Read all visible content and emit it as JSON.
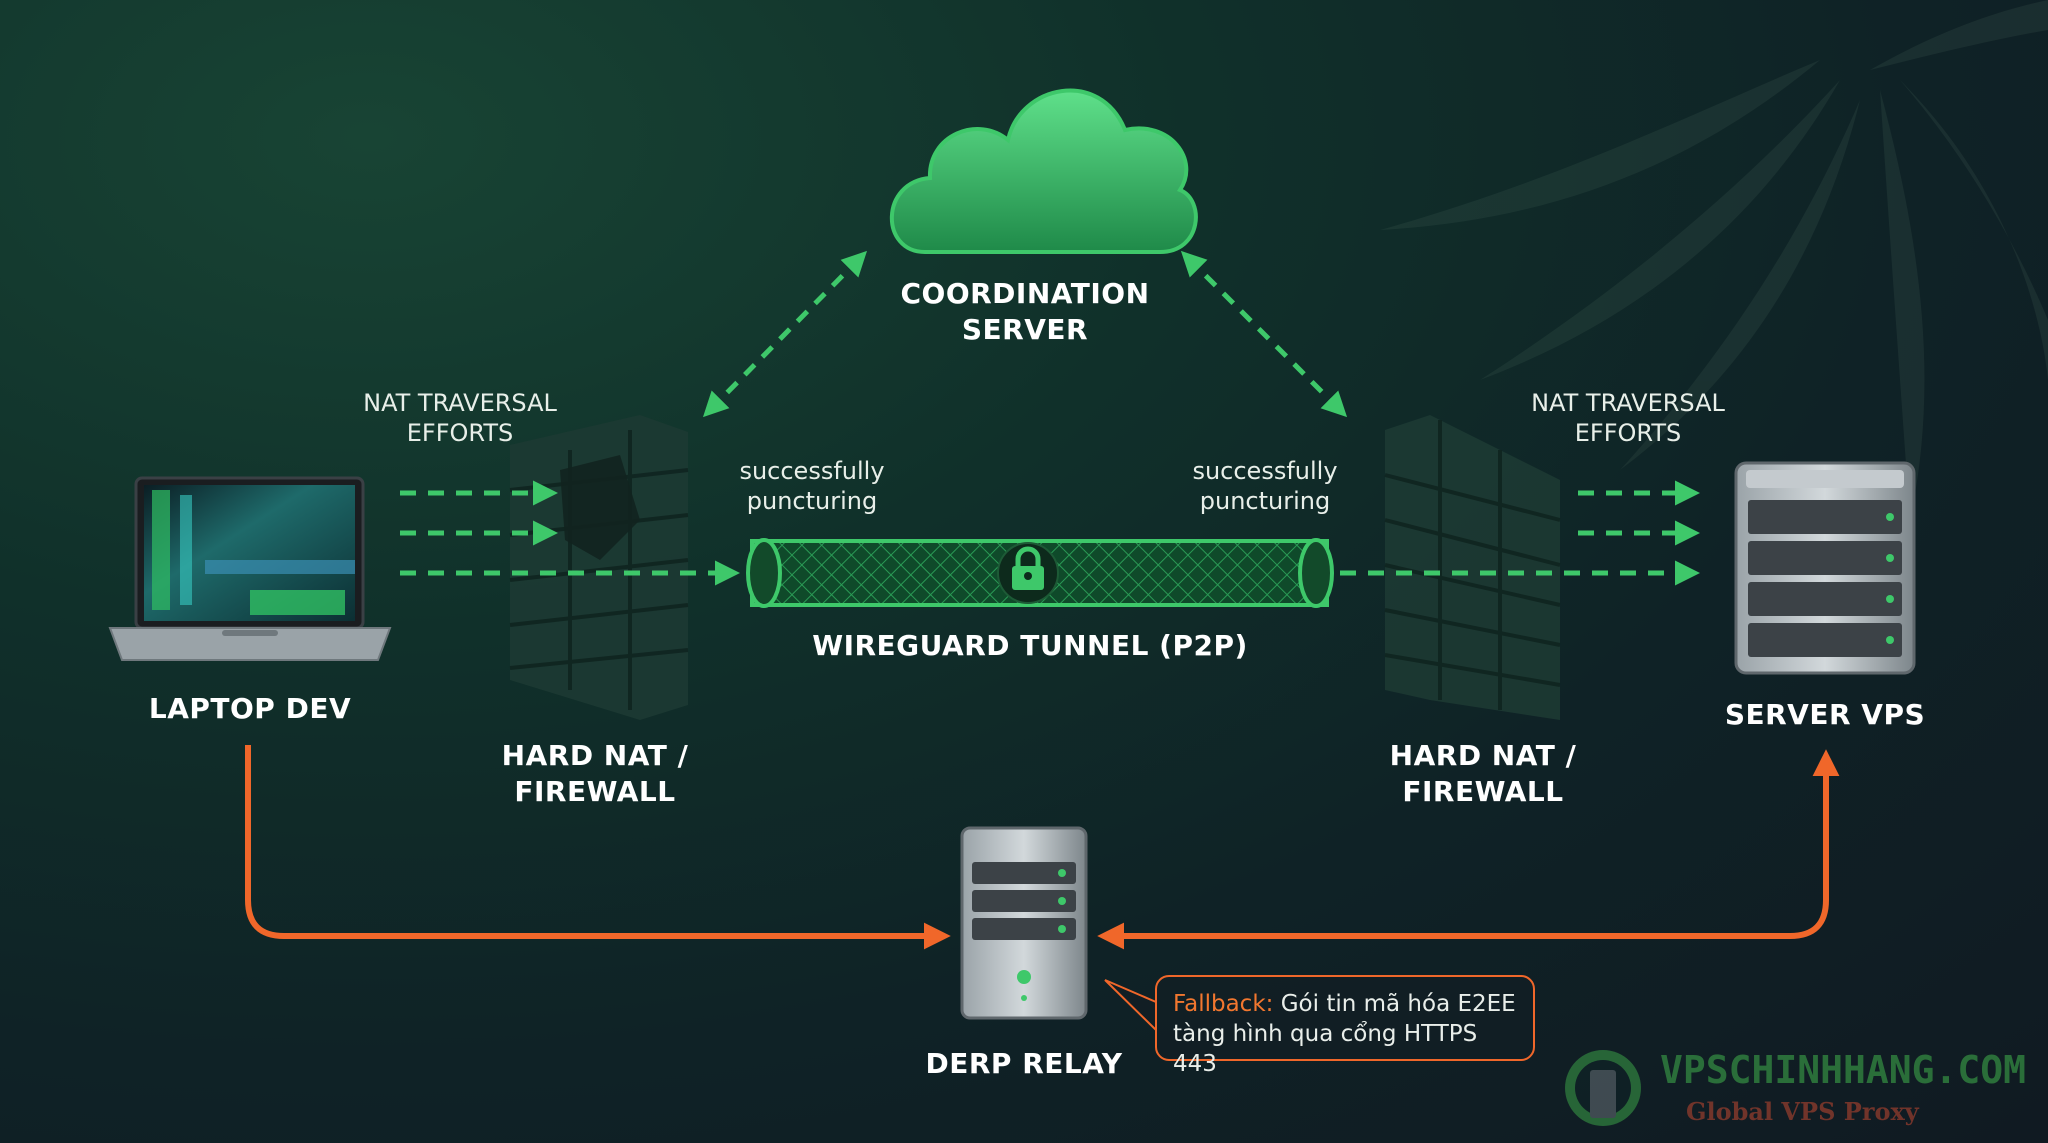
{
  "nodes": {
    "coordination": "COORDINATION\nSERVER",
    "laptop": "LAPTOP DEV",
    "server_vps": "SERVER VPS",
    "derp": "DERP RELAY",
    "nat_left": "HARD NAT /\nFIREWALL",
    "nat_right": "HARD NAT /\nFIREWALL"
  },
  "annotations": {
    "nat_traversal_left": "NAT TRAVERSAL\nEFFORTS",
    "nat_traversal_right": "NAT TRAVERSAL\nEFFORTS",
    "puncture_left": "successfully\npuncturing",
    "puncture_right": "successfully\npuncturing",
    "tunnel": "WIREGUARD TUNNEL (P2P)"
  },
  "fallback": {
    "prefix": "Fallback:",
    "line1": " Gói tin mã hóa E2EE",
    "line2": "tàng hình qua cổng HTTPS 443"
  },
  "brand": {
    "name": "VPSCHINHHANG.COM",
    "tagline": "Global VPS Proxy"
  },
  "colors": {
    "green": "#3ec86a",
    "orange": "#f0672a",
    "text": "#ffffff"
  }
}
